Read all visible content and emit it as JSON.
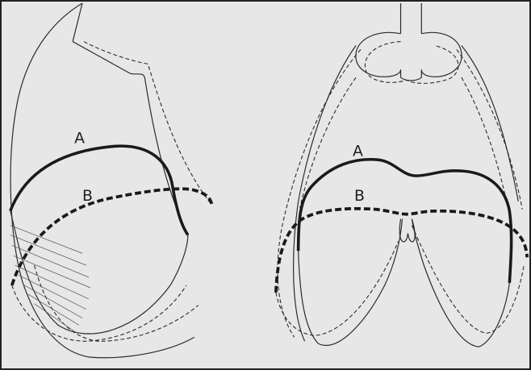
{
  "labels": {
    "lateral_a": "A",
    "lateral_b": "B",
    "frontal_a": "A",
    "frontal_b": "B"
  },
  "colors": {
    "background": "#e7e7e7",
    "ink": "#1a1a1a"
  }
}
